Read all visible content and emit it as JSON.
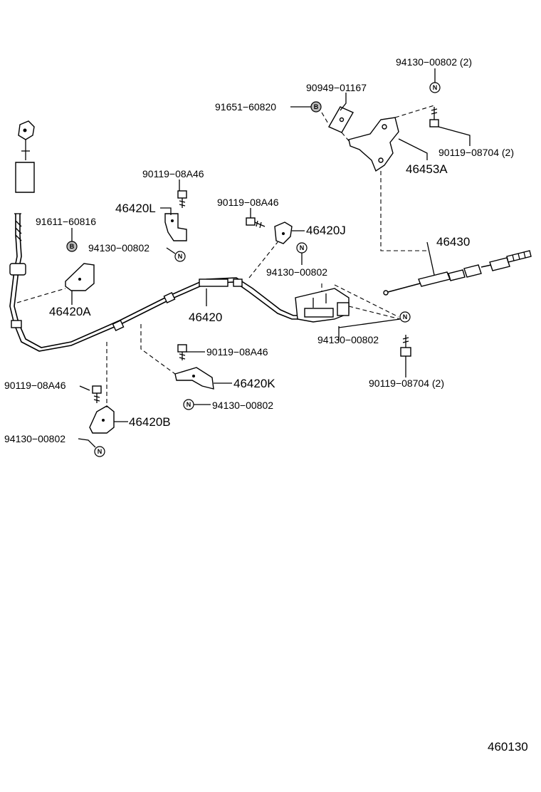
{
  "labels": {
    "p94130_top": "94130−00802 (2)",
    "p90949": "90949−01167",
    "p91651": "91651−60820",
    "p90119_08704_top": "90119−08704 (2)",
    "p46453A": "46453A",
    "p90119_L": "90119−08A46",
    "p46420L": "46420L",
    "p91611": "91611−60816",
    "p94130_L": "94130−00802",
    "p90119_J": "90119−08A46",
    "p46420J": "46420J",
    "p94130_J": "94130−00802",
    "p46430": "46430",
    "p46420A": "46420A",
    "p46420": "46420",
    "p94130_R": "94130−00802",
    "p90119_K": "90119−08A46",
    "p46420K": "46420K",
    "p90119_08704_bot": "90119−08704 (2)",
    "p90119_B": "90119−08A46",
    "p94130_K": "94130−00802",
    "p46420B": "46420B",
    "p94130_B": "94130−00802",
    "diagram_number": "460130"
  },
  "symbols": {
    "bolt": "B",
    "nut": "N"
  }
}
